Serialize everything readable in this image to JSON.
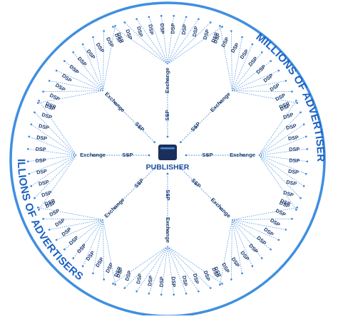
{
  "publisher_label": "PUBLISHER",
  "arc_label_top": "MILLIONS OF ADVERTISERS",
  "arc_label_bottom": "MILLIONS OF ADVERTISERS",
  "branch_labels": {
    "ssp": "SSP",
    "exchange": "Exchange",
    "dsp": "DSP"
  },
  "branches": [
    {
      "name": "top",
      "dsp_count": 10
    },
    {
      "name": "top-right",
      "dsp_count": 10
    },
    {
      "name": "right",
      "dsp_count": 10
    },
    {
      "name": "bottom-right",
      "dsp_count": 10
    },
    {
      "name": "bottom",
      "dsp_count": 10
    },
    {
      "name": "bottom-left",
      "dsp_count": 10
    },
    {
      "name": "left",
      "dsp_count": 10
    },
    {
      "name": "top-left",
      "dsp_count": 10
    }
  ],
  "colors": {
    "ring": "#3f8fe0",
    "publisher_box": "#1c2f5a",
    "text": "#1a3a6e",
    "accent": "#1b62c4"
  },
  "icons": {
    "publisher": "browser-window-icon"
  }
}
